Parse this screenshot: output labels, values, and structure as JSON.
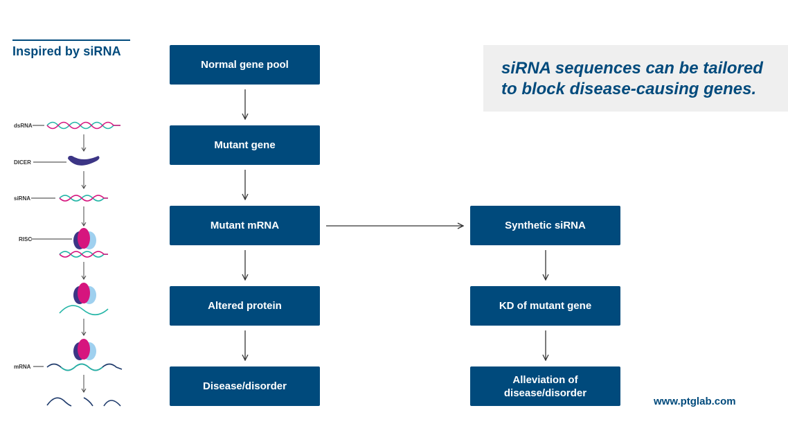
{
  "heading": "Inspired by siRNA",
  "callout": {
    "line1": "siRNA sequences can be tailored",
    "line2": "to block disease-causing genes."
  },
  "flow_left": [
    "Normal gene pool",
    "Mutant gene",
    "Mutant mRNA",
    "Altered protein",
    "Disease/disorder"
  ],
  "flow_right": {
    "synthetic": "Synthetic siRNA",
    "kd": "KD of mutant gene",
    "alleviation_line1": "Alleviation of",
    "alleviation_line2": "disease/disorder"
  },
  "mechanism_labels": {
    "dsrna": "dsRNA",
    "dicer": "DICER",
    "sirna": "siRNA",
    "risc": "RISC",
    "mrna": "mRNA"
  },
  "footer": "www.ptglab.com",
  "colors": {
    "navy": "#004a7c",
    "magenta": "#d6157e",
    "teal": "#23b5a6",
    "purple": "#3c3585",
    "light_blue": "#9fd0ef",
    "callout_bg": "#efefef"
  }
}
